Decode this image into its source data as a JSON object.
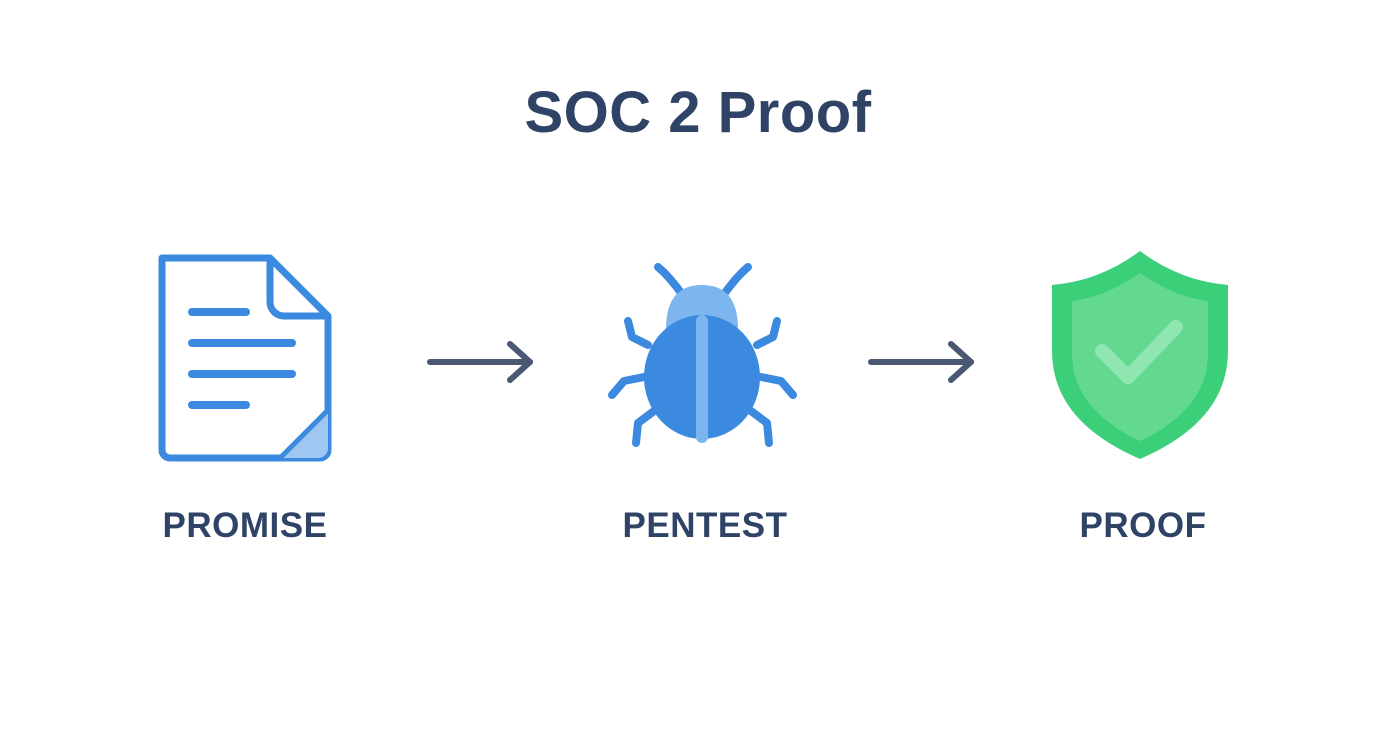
{
  "title": "SOC 2 Proof",
  "steps": [
    {
      "label": "PROMISE",
      "icon": "document-icon"
    },
    {
      "label": "PENTEST",
      "icon": "bug-icon"
    },
    {
      "label": "PROOF",
      "icon": "shield-check-icon"
    }
  ],
  "colors": {
    "title": "#2f4367",
    "document": "#3b8ae0",
    "bug": "#3b8ae0",
    "shield": "#3ccf7a",
    "arrow": "#4a5872"
  }
}
